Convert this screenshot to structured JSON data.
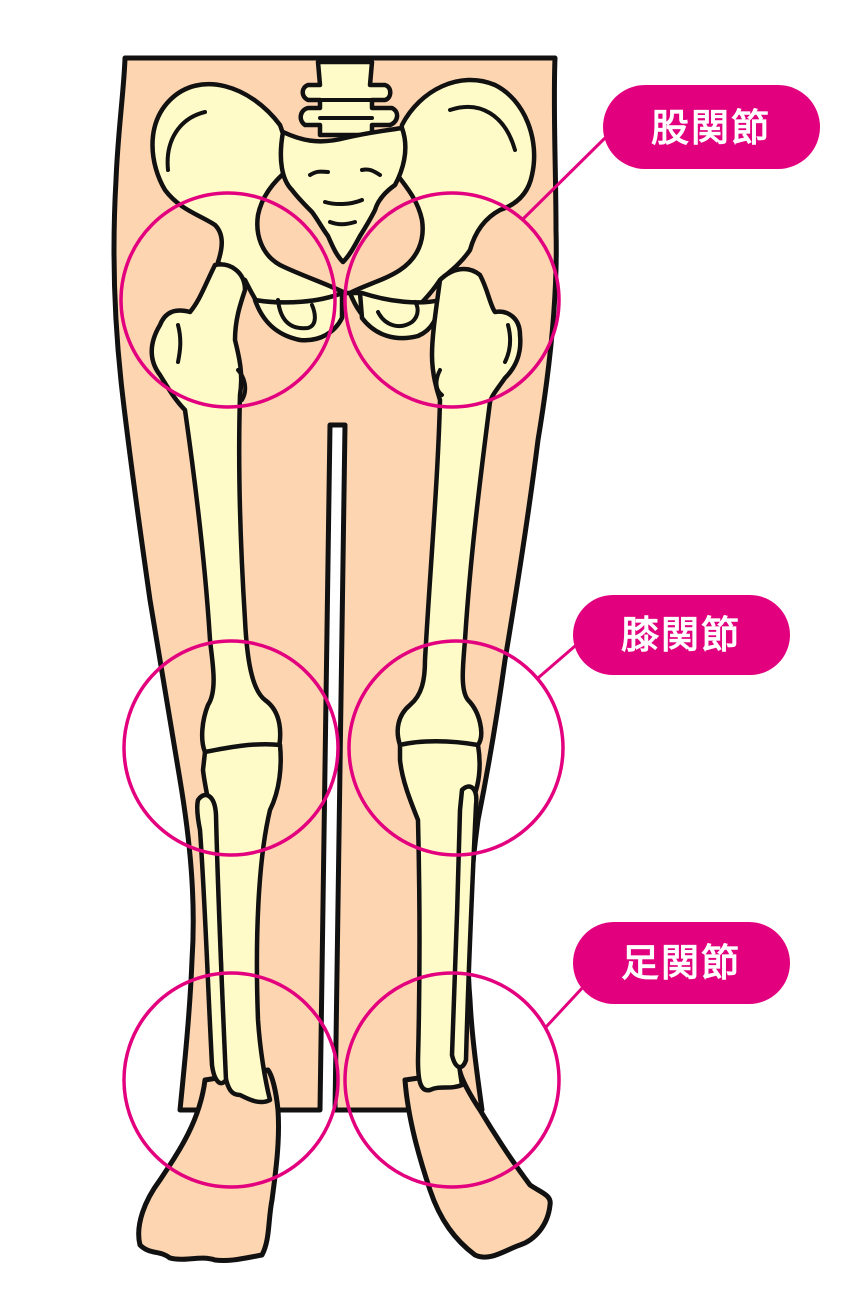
{
  "title": "下肢の関節",
  "colors": {
    "accent": "#e3007e",
    "skin": "#fdd5b0",
    "bone": "#fffbc8",
    "outline": "#111111",
    "label_text": "#ffffff"
  },
  "labels": [
    {
      "id": "hip",
      "text": "股関節"
    },
    {
      "id": "knee",
      "text": "膝関節"
    },
    {
      "id": "ankle",
      "text": "足関節"
    }
  ]
}
